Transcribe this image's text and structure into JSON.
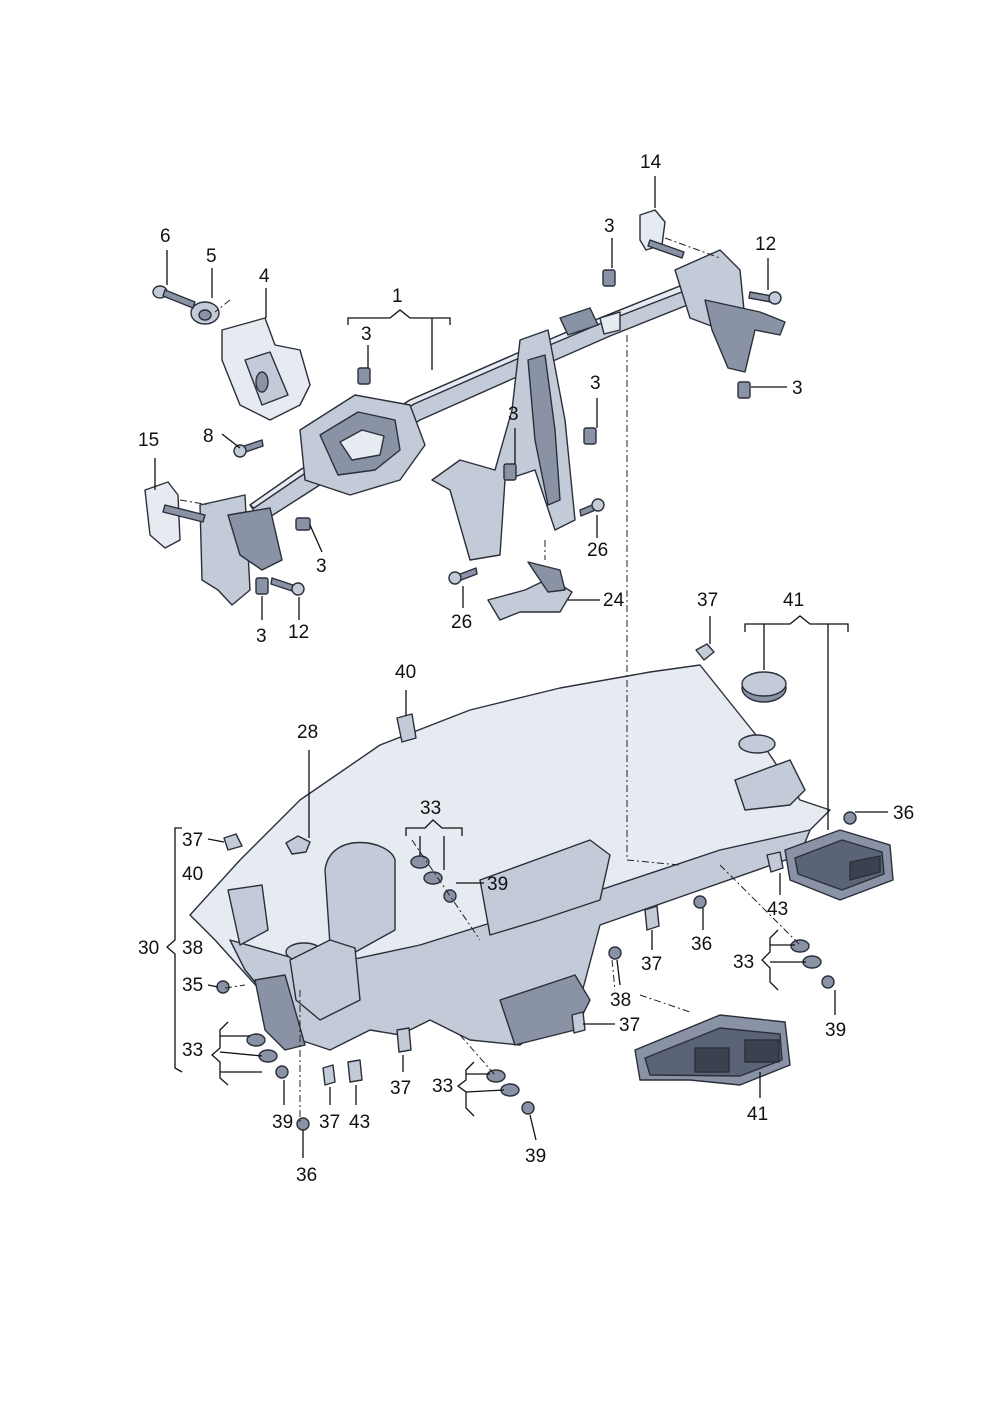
{
  "callouts": {
    "c1": "1",
    "c3a": "3",
    "c3b": "3",
    "c3c": "3",
    "c3d": "3",
    "c3e": "3",
    "c3f": "3",
    "c3g": "3",
    "c4": "4",
    "c5": "5",
    "c6": "6",
    "c8": "8",
    "c12a": "12",
    "c12b": "12",
    "c14": "14",
    "c15": "15",
    "c24": "24",
    "c26a": "26",
    "c26b": "26",
    "c28": "28",
    "c30": "30",
    "c33a": "33",
    "c33b": "33",
    "c33c": "33",
    "c33d": "33",
    "c35": "35",
    "c36a": "36",
    "c36b": "36",
    "c36c": "36",
    "c37a": "37",
    "c37b": "37",
    "c37c": "37",
    "c37d": "37",
    "c37e": "37",
    "c37f": "37",
    "c38a": "38",
    "c38b": "38",
    "c39a": "39",
    "c39b": "39",
    "c39c": "39",
    "c39d": "39",
    "c40a": "40",
    "c40b": "40",
    "c41a": "41",
    "c41b": "41",
    "c43a": "43",
    "c43b": "43"
  }
}
